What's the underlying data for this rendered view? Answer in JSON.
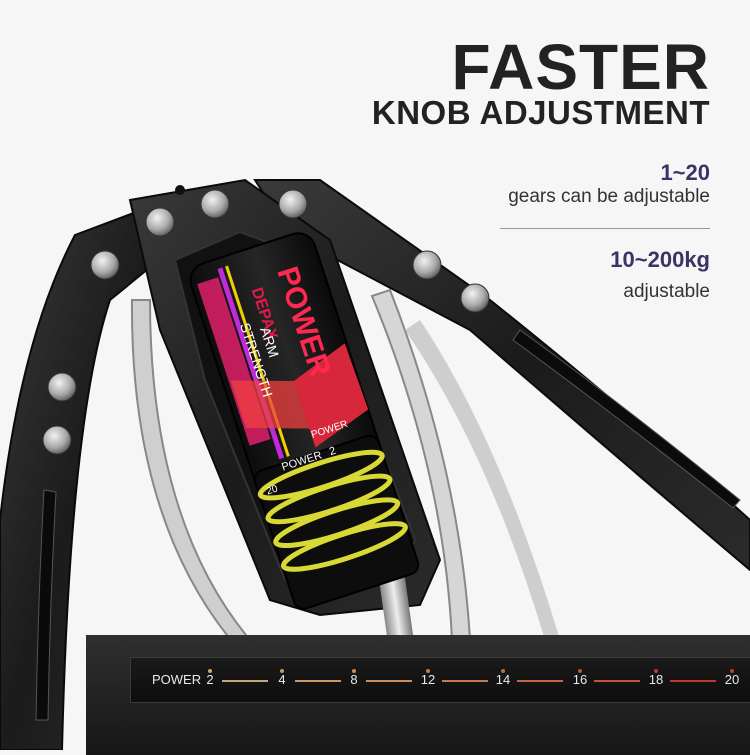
{
  "headline": {
    "line1": "FASTER",
    "line2": "KNOB ADJUSTMENT"
  },
  "specs": [
    {
      "value": "1~20",
      "desc": "gears can be adjustable"
    },
    {
      "value": "10~200kg",
      "desc": "adjustable"
    }
  ],
  "product": {
    "brand": "DEPAX",
    "title": "POWER",
    "subtitle_line1": "ARM",
    "subtitle_line2": "STRENGTH",
    "knob_label": "POWER",
    "dial_label": "POWER",
    "dial_number": "2",
    "dial_number_low": "20"
  },
  "scale": {
    "label": "POWER",
    "ticks": [
      "2",
      "4",
      "8",
      "12",
      "14",
      "16",
      "18",
      "20"
    ]
  },
  "colors": {
    "accent_ring": "#d9d936",
    "accent_text": "#3a3466",
    "scale_start": "#c9a57a",
    "scale_end": "#c0392b"
  }
}
